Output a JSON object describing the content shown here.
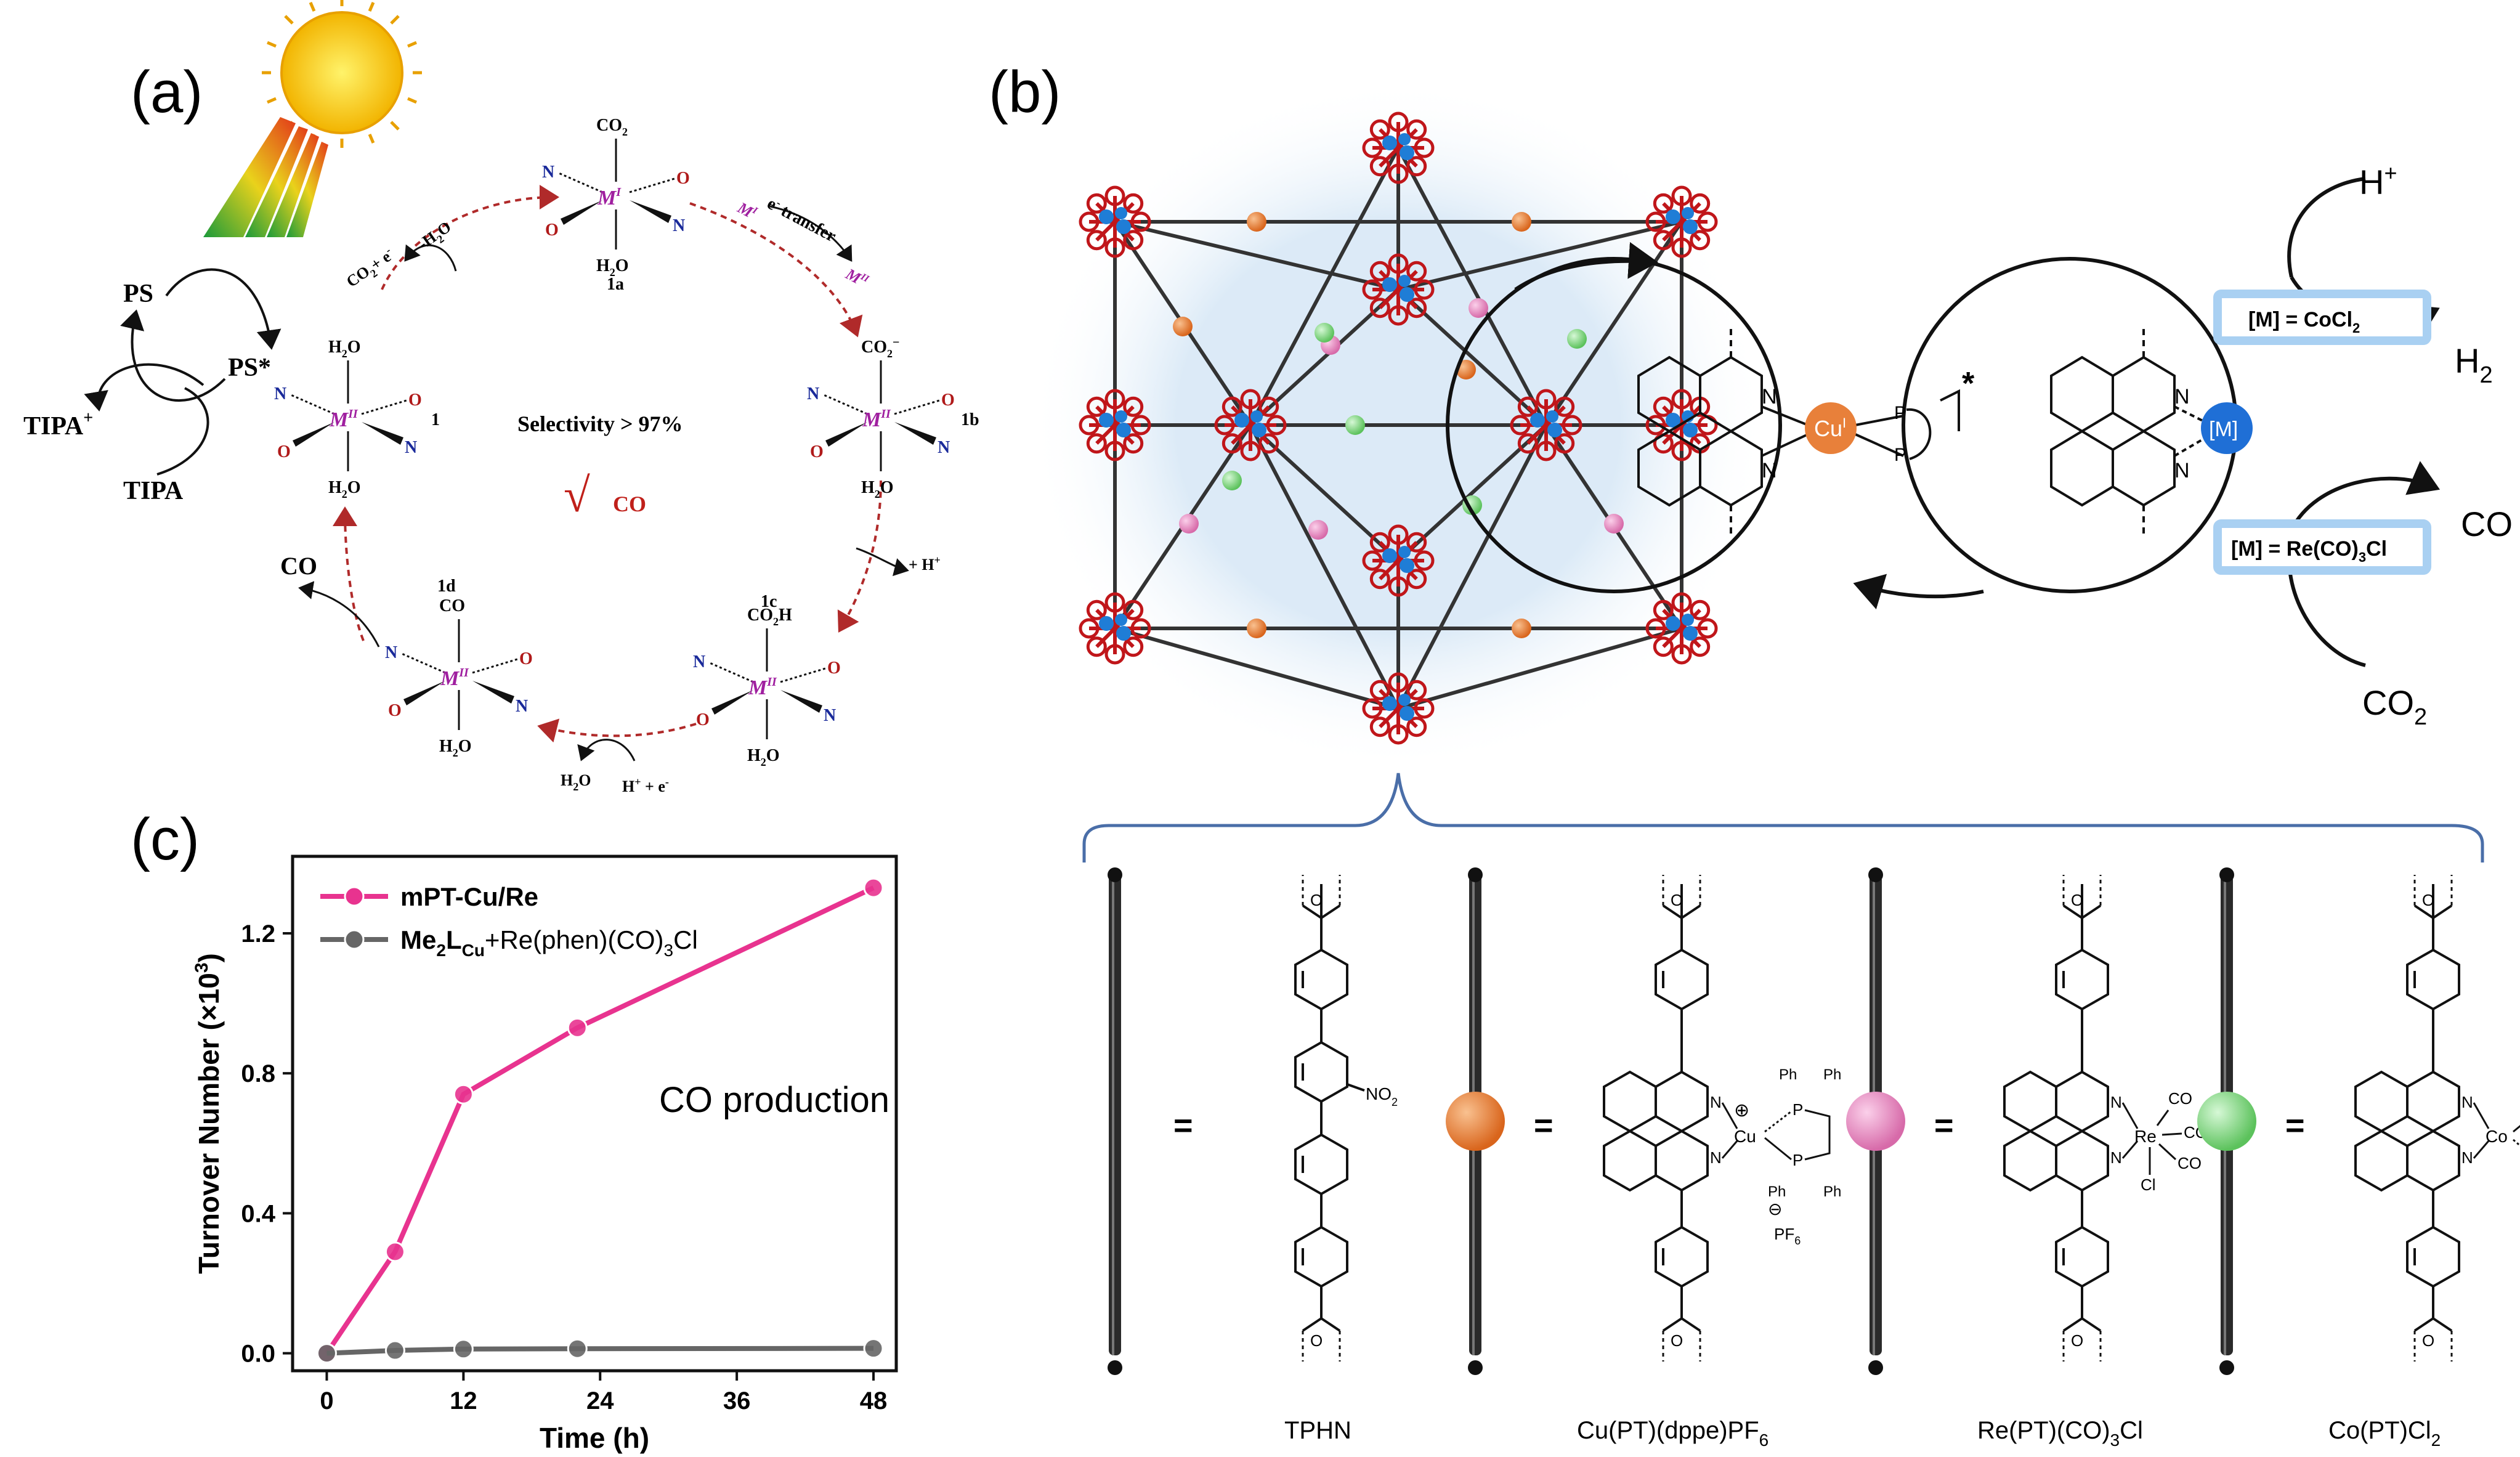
{
  "panel_labels": {
    "a": "(a)",
    "b": "(b)",
    "c": "(c)"
  },
  "cycle_a": {
    "ps": "PS",
    "ps_star": "PS*",
    "tipa_plus": "TIPA",
    "tipa_plus_sup": "+",
    "tipa": "TIPA",
    "selectivity": "Selectivity > 97%",
    "check": "√",
    "co_product": "CO",
    "co_out": "CO",
    "step_co2": "CO",
    "step_co2_sub": "2",
    "step_co2_rest": "+ e",
    "step_co2_sup": "-",
    "step_h2o": "-H",
    "step_h2o_sub": "2",
    "step_h2o_o": "O",
    "etransfer_pre": "e",
    "etransfer_sup": "-",
    "etransfer_post": " transfer",
    "m1": "M",
    "m1_sup": "I",
    "m2": "M",
    "m2_sup": "II",
    "h_plus": "+ H",
    "h_plus_sup": "+",
    "h2o_out_h": "H",
    "h2o_out_sub": "2",
    "h2o_out_o": "O",
    "hplus_e": "H",
    "hplus_e_sup": "+",
    "hplus_e_rest": " + e",
    "hplus_e_sup2": "-",
    "complexes": {
      "c1": {
        "label": "1",
        "top": "H",
        "top_sub": "2",
        "top_o": "O",
        "bottom": "H",
        "bottom_sub": "2",
        "bottom_o": "O",
        "metal": "M",
        "metal_sup": "II"
      },
      "c1a": {
        "label": "1a",
        "top": "CO",
        "top_sub": "2",
        "bottom": "H",
        "bottom_sub": "2",
        "bottom_o": "O",
        "metal": "M",
        "metal_sup": "I"
      },
      "c1b": {
        "label": "1b",
        "top": "CO",
        "top_sub": "2",
        "top_sup": "−",
        "bottom": "H",
        "bottom_sub": "2",
        "bottom_o": "O",
        "metal": "M",
        "metal_sup": "II"
      },
      "c1c": {
        "label": "1c",
        "top": "CO",
        "top_sub": "2",
        "top_h": "H",
        "bottom": "H",
        "bottom_sub": "2",
        "bottom_o": "O",
        "metal": "M",
        "metal_sup": "II"
      },
      "c1d": {
        "label": "1d",
        "top": "CO",
        "bottom": "H",
        "bottom_sub": "2",
        "bottom_o": "O",
        "metal": "M",
        "metal_sup": "II"
      }
    },
    "ligand_n": "N",
    "ligand_o": "O"
  },
  "panel_b": {
    "h_plus": "H",
    "h_plus_sup": "+",
    "h2": "H",
    "h2_sub": "2",
    "co": "CO",
    "co2": "CO",
    "co2_sub": "2",
    "cu_label": "Cu",
    "cu_sup": "I",
    "m_label": "[M]",
    "p_label": "P",
    "n_label": "N",
    "star": "*",
    "box_cocl2": "[M] = CoCl",
    "box_cocl2_sub": "2",
    "box_re_pre": "[M] = Re(CO)",
    "box_re_sub": "3",
    "box_re_post": "Cl",
    "equals": "=",
    "ligands": [
      {
        "name": "TPHN",
        "color": "#444444"
      },
      {
        "name_pre": "Cu(PT)(dppe)PF",
        "name_sub": "6",
        "color": "#e8803a"
      },
      {
        "name_pre": "Re(PT)(CO)",
        "name_sub": "3",
        "name_post": "Cl",
        "color": "#e77fbf"
      },
      {
        "name_pre": "Co(PT)Cl",
        "name_sub": "2",
        "color": "#7fd87f"
      }
    ],
    "chem": {
      "no2": "NO",
      "no2_sub": "2",
      "ph": "Ph",
      "cu": "Cu",
      "re": "Re",
      "co_atom": "Co",
      "co": "CO",
      "cl": "Cl",
      "pf6": "PF",
      "pf6_sub": "6",
      "plus": "⊕",
      "minus": "⊖",
      "p": "P",
      "n": "N",
      "o": "O"
    }
  },
  "chart_data": {
    "type": "line",
    "ylabel": "Turnover Number (×10",
    "ylabel_sup": "3",
    "ylabel_end": ")",
    "xlabel": "Time (h)",
    "annotation": "CO production",
    "xlim": [
      -3,
      50
    ],
    "ylim": [
      -0.05,
      1.42
    ],
    "xticks": [
      0,
      12,
      24,
      36,
      48
    ],
    "yticks": [
      0.0,
      0.4,
      0.8,
      1.2
    ],
    "ytick_labels": [
      "0.0",
      "0.4",
      "0.8",
      "1.2"
    ],
    "series": [
      {
        "name": "mPT-Cu/Re",
        "color": "#e8338f",
        "x": [
          0,
          6,
          12,
          22,
          48
        ],
        "y": [
          0.0,
          0.29,
          0.74,
          0.93,
          1.33
        ]
      },
      {
        "name_pre": "Me",
        "name_sub1": "2",
        "name_mid": "L",
        "name_sub2": "Cu",
        "name_post": "+Re(phen)(CO)",
        "name_sub3": "3",
        "name_end": "Cl",
        "color": "#666666",
        "x": [
          0,
          6,
          12,
          22,
          48
        ],
        "y": [
          0.0,
          0.008,
          0.012,
          0.013,
          0.014
        ]
      }
    ],
    "legend_position": "top-left"
  }
}
